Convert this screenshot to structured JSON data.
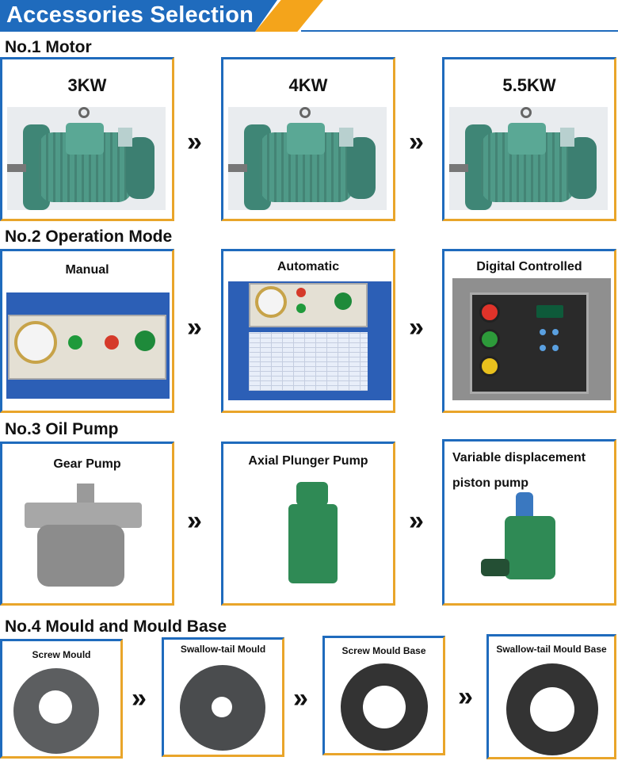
{
  "header": {
    "title": "Accessories Selection"
  },
  "sections": [
    {
      "title": "No.1  Motor",
      "items": [
        "3KW",
        "4KW",
        "5.5KW"
      ]
    },
    {
      "title": "No.2  Operation Mode",
      "items": [
        "Manual",
        "Automatic",
        "Digital Controlled"
      ]
    },
    {
      "title": "No.3  Oil Pump",
      "items": [
        "Gear Pump",
        "Axial Plunger Pump",
        "Variable displacement piston pump"
      ]
    },
    {
      "title": "No.4  Mould and Mould Base",
      "items": [
        "Screw Mould",
        "Swallow-tail Mould",
        "Screw Mould Base",
        "Swallow-tail Mould Base"
      ]
    }
  ],
  "arrow_glyph": "»",
  "colors": {
    "brand_blue": "#1f6bbd",
    "accent_orange": "#f4a41b",
    "motor_green": "#4f9a88"
  }
}
